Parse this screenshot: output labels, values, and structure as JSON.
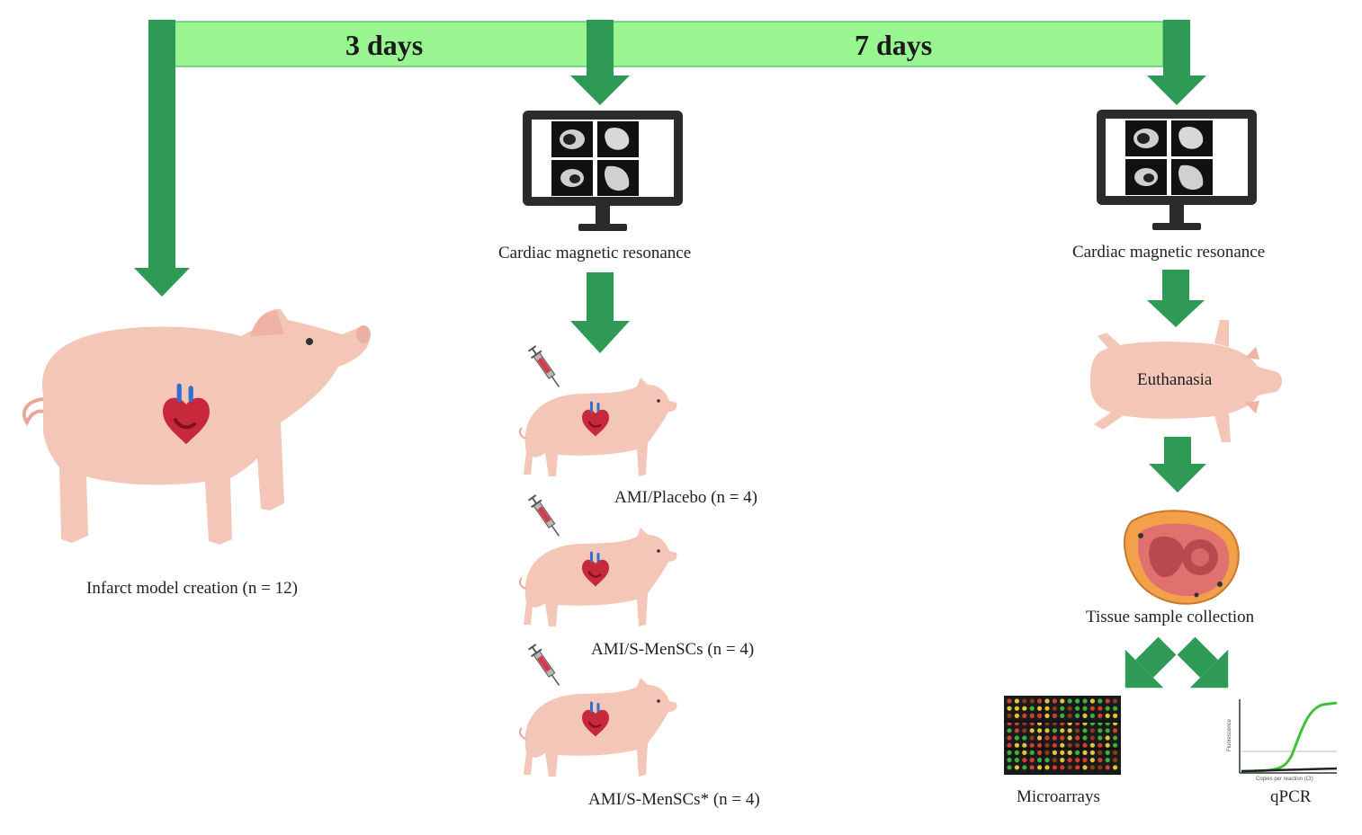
{
  "timeline": {
    "phase1": "3 days",
    "phase2": "7 days"
  },
  "steps": {
    "infarct": "Infarct model creation (n = 12)",
    "cmr_day3": "Cardiac magnetic resonance",
    "cmr_day10": "Cardiac magnetic resonance",
    "euthanasia": "Euthanasia",
    "tissue": "Tissue sample collection",
    "microarrays": "Microarrays",
    "qpcr": "qPCR"
  },
  "groups": [
    {
      "label": "AMI/Placebo (n = 4)"
    },
    {
      "label": "AMI/S-MenSCs (n = 4)"
    },
    {
      "label": "AMI/S-MenSCs* (n = 4)"
    }
  ],
  "qpcr_axes": {
    "ylabel": "Fluorescence",
    "xlabel": "Copies per reaction (Ct)"
  },
  "colors": {
    "bar": "#99f590",
    "arrow": "#2f9a55",
    "pig": "#f4c6b8",
    "monitor": "#2b2b2b",
    "heart_red": "#c8293a",
    "vessel_blue": "#2f6fcf",
    "curve": "#3ec23a"
  },
  "icons": [
    "pig-icon",
    "heart-icon",
    "monitor-icon",
    "syringe-icon",
    "heart-slice-icon",
    "microarray-icon",
    "qpcr-curve-icon"
  ]
}
